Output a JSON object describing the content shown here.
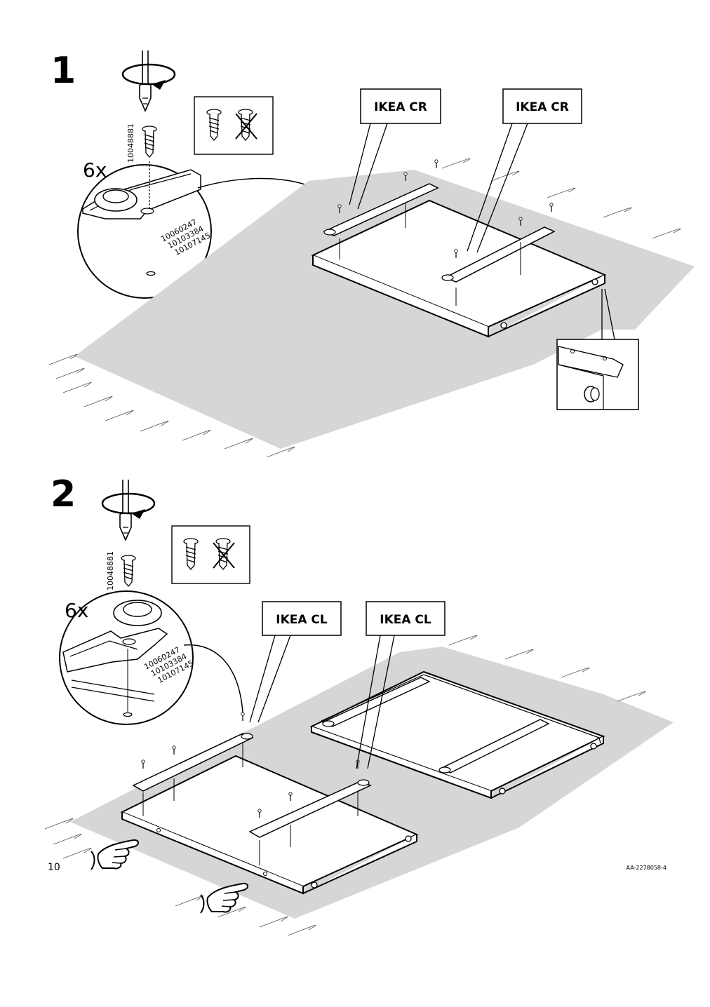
{
  "steps": [
    {
      "number": "1",
      "screw_part_number": "10048881",
      "quantity": "6x",
      "fitting_part_numbers": [
        "10060247",
        "10103384",
        "10107145"
      ],
      "callouts": [
        "IKEA CR",
        "IKEA CR"
      ]
    },
    {
      "number": "2",
      "screw_part_number": "10048881",
      "quantity": "6x",
      "fitting_part_numbers": [
        "10060247",
        "10103384",
        "10107145"
      ],
      "callouts": [
        "IKEA CL",
        "IKEA CL"
      ]
    }
  ],
  "icons": [
    "screwdriver-icon",
    "rotate-arrow-icon",
    "screw-icon",
    "correct-screw-icon",
    "wrong-screw-crossed-icon",
    "pointing-hand-icon",
    "carpet-icon"
  ],
  "colors": {
    "line": "#000000",
    "carpet": "#d6d6d6",
    "panel": "#ffffff"
  },
  "footer": {
    "page_number": "10",
    "doc_code": "AA-2278058-4"
  }
}
